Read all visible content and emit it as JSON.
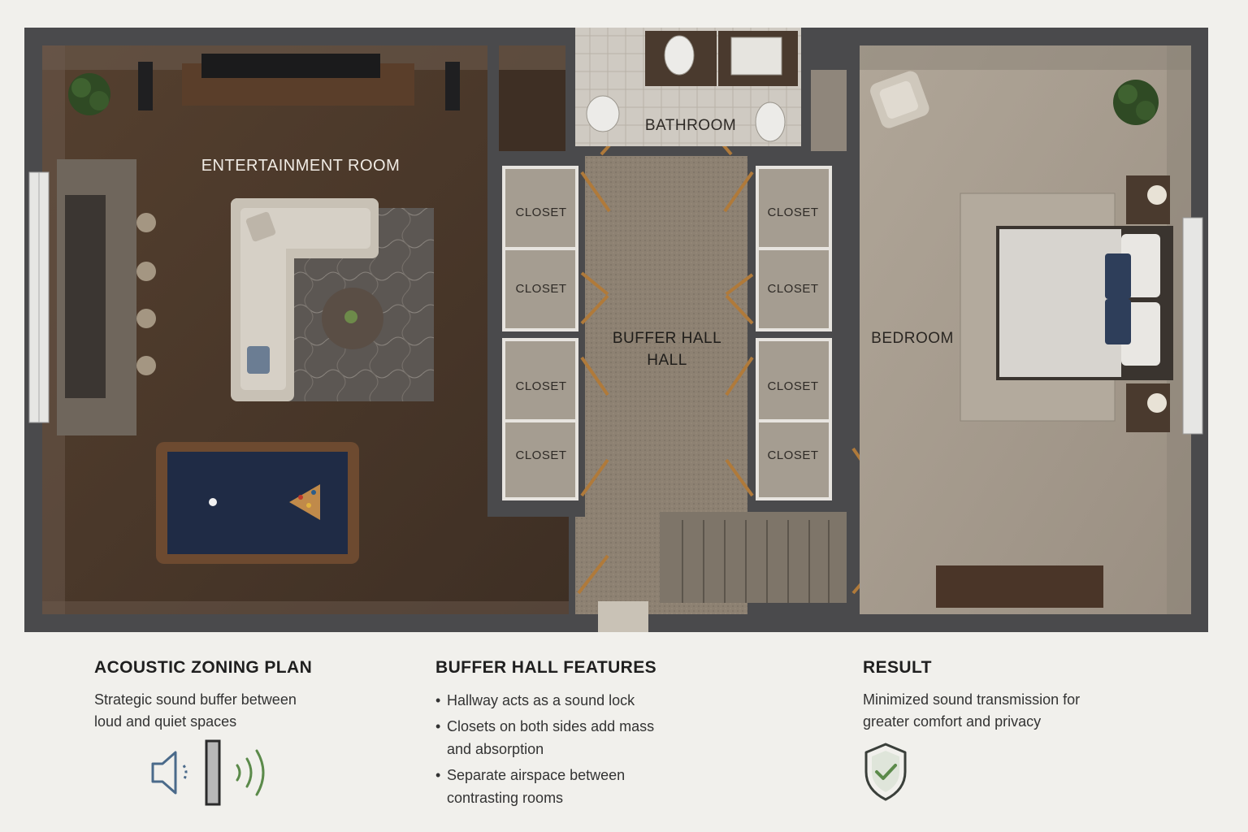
{
  "plan": {
    "rooms": {
      "entertainment": "ENTERTAINMENT ROOM",
      "bathroom": "BATHROOM",
      "buffer_hall_line1": "BUFFER HALL",
      "buffer_hall_line2": "HALL",
      "bedroom": "BEDROOM"
    },
    "closets": [
      "CLOSET",
      "CLOSET",
      "CLOSET",
      "CLOSET",
      "CLOSET",
      "CLOSET",
      "CLOSET",
      "CLOSET"
    ]
  },
  "panels": {
    "acoustic": {
      "title": "ACOUSTIC ZONING PLAN",
      "body_line1": "Strategic sound buffer between",
      "body_line2": "loud and quiet spaces",
      "icons": [
        "speaker-icon",
        "wall-icon",
        "sound-waves-icon"
      ]
    },
    "buffer": {
      "title": "BUFFER HALL FEATURES",
      "bullets": [
        {
          "line1": "Hallway acts as a sound lock",
          "line2": ""
        },
        {
          "line1": "Closets on both sides add mass",
          "line2": "and absorption"
        },
        {
          "line1": "Separate airspace between",
          "line2": "contrasting rooms"
        }
      ]
    },
    "result": {
      "title": "RESULT",
      "body_line1": "Minimized sound transmission for",
      "body_line2": "greater comfort and privacy",
      "icon": "shield-check-icon"
    }
  },
  "colors": {
    "wall": "#4a4a4c",
    "entertainment_floor": "#4b3a2e",
    "bedroom_floor": "#a49a8e",
    "hall_floor": "#8c8070",
    "pool_felt": "#1f2b45",
    "accent_green": "#5b8a4a",
    "accent_blue": "#4a6a8a"
  }
}
